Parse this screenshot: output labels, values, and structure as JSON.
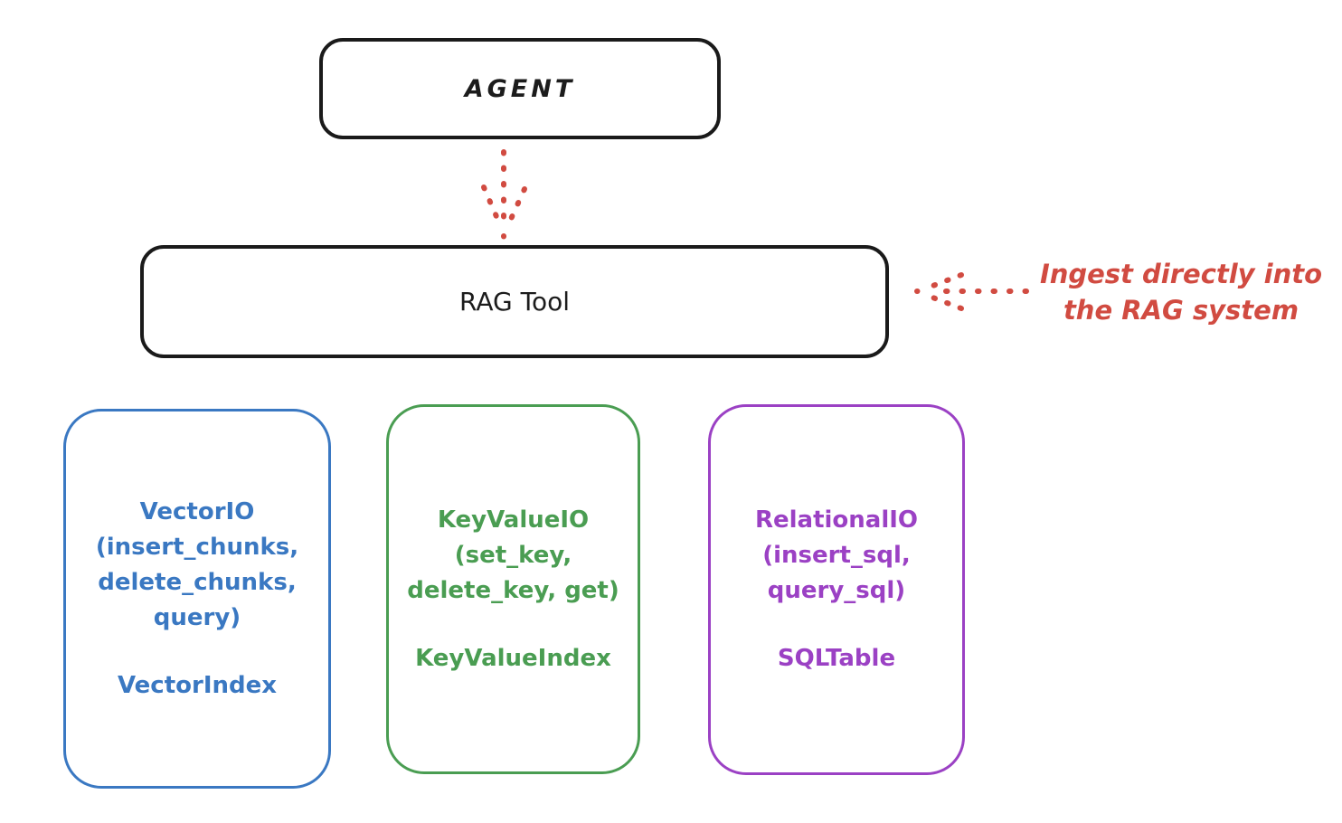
{
  "diagram": {
    "agent_label": "AGENT",
    "rag_tool_label": "RAG Tool",
    "annotation": {
      "line1": "Ingest directly into",
      "line2": "the RAG system",
      "color": "#d14b41"
    },
    "arrows": [
      {
        "name": "agent-to-rag-arrow",
        "style": "dotted",
        "color": "#d14b41",
        "direction": "down"
      },
      {
        "name": "annotation-to-rag-arrow",
        "style": "dotted",
        "color": "#d14b41",
        "direction": "left"
      }
    ],
    "cards": [
      {
        "name": "vector-io",
        "color": "#3a78c2",
        "lines": [
          "VectorIO",
          "(insert_chunks,",
          "delete_chunks,",
          "query)"
        ],
        "index_label": "VectorIndex"
      },
      {
        "name": "keyvalue-io",
        "color": "#4a9d52",
        "lines": [
          "KeyValueIO",
          "(set_key,",
          "delete_key, get)"
        ],
        "index_label": "KeyValueIndex"
      },
      {
        "name": "relational-io",
        "color": "#9b41c4",
        "lines": [
          "RelationalIO",
          "(insert_sql,",
          "query_sql)"
        ],
        "index_label": "SQLTable"
      }
    ],
    "stroke_color": "#1a1a1a"
  }
}
